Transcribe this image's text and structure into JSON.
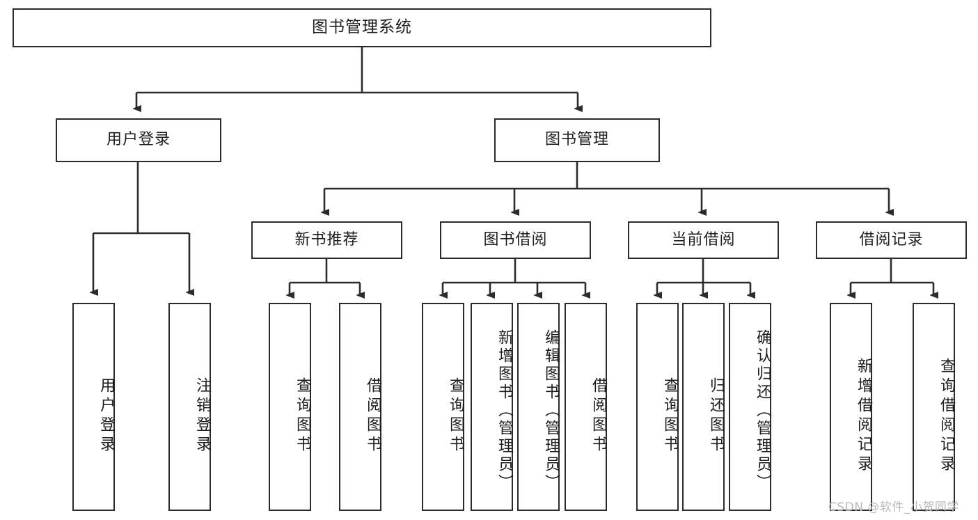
{
  "diagram": {
    "title": "图书管理系统",
    "type": "hierarchy-tree",
    "root": {
      "label": "图书管理系统"
    },
    "level2": [
      {
        "label": "用户登录"
      },
      {
        "label": "图书管理"
      }
    ],
    "level3": [
      {
        "label": "新书推荐"
      },
      {
        "label": "图书借阅"
      },
      {
        "label": "当前借阅"
      },
      {
        "label": "借阅记录"
      }
    ],
    "leaves": {
      "user_login": [
        {
          "label": "用户登录"
        },
        {
          "label": "注销登录"
        }
      ],
      "new_book_recommend": [
        {
          "label": "查询图书"
        },
        {
          "label": "借阅图书"
        }
      ],
      "book_borrow": [
        {
          "label": "查询图书"
        },
        {
          "label": "新增图书（管理员）"
        },
        {
          "label": "编辑图书（管理员）"
        },
        {
          "label": "借阅图书"
        }
      ],
      "current_borrow": [
        {
          "label": "查询图书"
        },
        {
          "label": "归还图书"
        },
        {
          "label": "确认归还（管理员）"
        }
      ],
      "borrow_record": [
        {
          "label": "新增借阅记录"
        },
        {
          "label": "查询借阅记录"
        }
      ]
    }
  },
  "watermark": {
    "text": "CSDN @软件_小贺同学"
  },
  "colors": {
    "background": "#ffffff",
    "box_border": "#2b2b2b",
    "box_fill": "#ffffff",
    "text": "#1d1d1d",
    "connector": "#2b2b2b",
    "watermark": "#b9b9b9"
  }
}
